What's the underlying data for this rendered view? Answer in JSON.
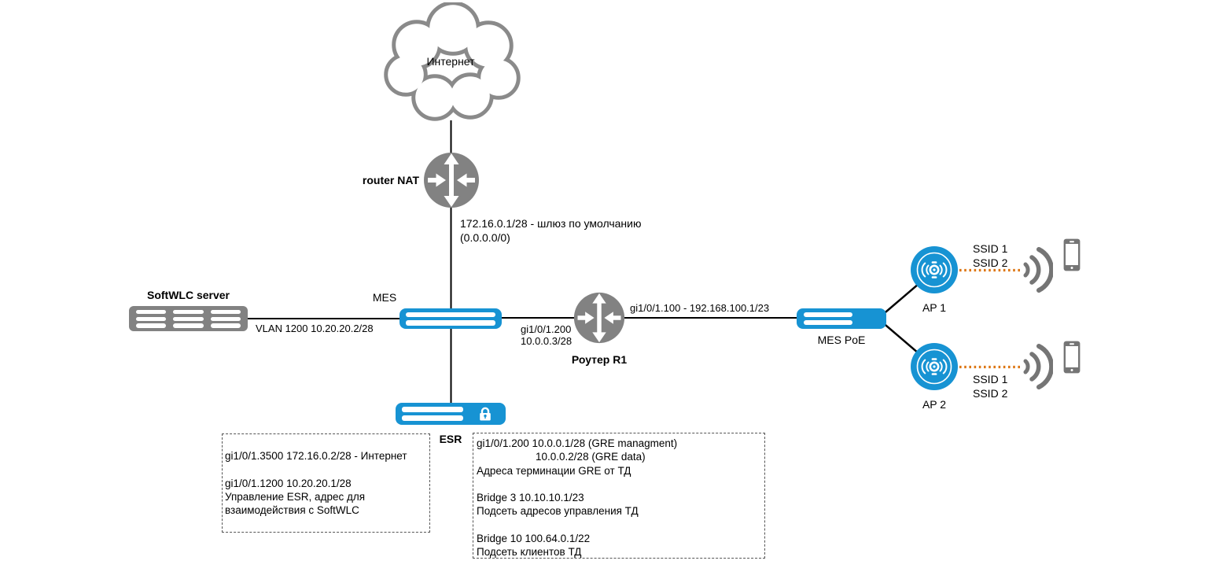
{
  "colors": {
    "device_blue": "#1793d3",
    "device_gray": "#828282",
    "wireless_gray": "#757575",
    "wireless_link_orange": "#dd7613"
  },
  "nodes": {
    "internet": {
      "label": "Интернет"
    },
    "router_nat": {
      "label": "router NAT"
    },
    "softwlc_server": {
      "label": "SoftWLC server"
    },
    "mes": {
      "label": "MES"
    },
    "router_r1": {
      "label": "Роутер R1"
    },
    "mes_poe": {
      "label": "MES PoE"
    },
    "esr": {
      "label": "ESR"
    },
    "ap1": {
      "label": "AP 1"
    },
    "ap2": {
      "label": "AP 2"
    }
  },
  "links": {
    "default_gateway": {
      "line1": "172.16.0.1/28 - шлюз по умолчанию",
      "line2": "(0.0.0.0/0)"
    },
    "server_to_mes": {
      "label": "VLAN 1200 10.20.20.2/28"
    },
    "mes_to_r1": {
      "line1": "gi1/0/1.200",
      "line2": "10.0.0.3/28"
    },
    "r1_to_mes_poe": {
      "label": "gi1/0/1.100 - 192.168.100.1/23"
    },
    "ap1_wireless": {
      "ssid1": "SSID 1",
      "ssid2": "SSID 2"
    },
    "ap2_wireless": {
      "ssid1": "SSID 1",
      "ssid2": "SSID 2"
    }
  },
  "notes": {
    "esr_left": {
      "lines": [
        "gi1/0/1.3500 172.16.0.2/28 - Интернет",
        "",
        "gi1/0/1.1200 10.20.20.1/28",
        "Управление ESR, адрес для",
        "взаимодействия с SoftWLC"
      ]
    },
    "esr_right": {
      "lines": [
        "gi1/0/1.200 10.0.0.1/28 (GRE managment)",
        "                    10.0.0.2/28 (GRE data)",
        "Адреса терминации GRE от ТД",
        "",
        "Bridge 3 10.10.10.1/23",
        "Подсеть адресов управления ТД",
        "",
        "Bridge 10 100.64.0.1/22",
        "Подсеть клиентов ТД"
      ]
    }
  }
}
